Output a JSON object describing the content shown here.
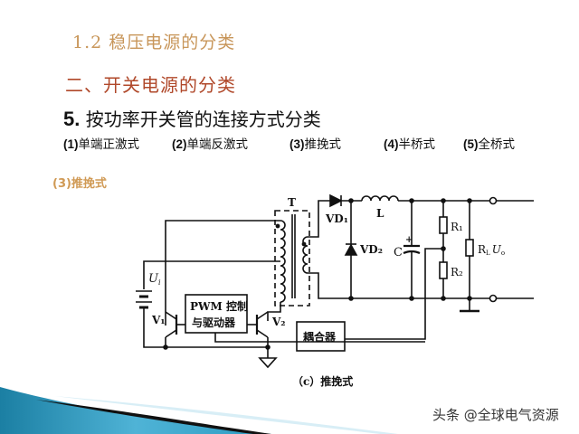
{
  "slide": {
    "section_title": "1.2 稳压电源的分类",
    "subsection_title": "二、开关电源的分类",
    "heading_number": "5.",
    "heading_text": "按功率开关管的连接方式分类",
    "types": [
      {
        "num": "(1)",
        "label": "单端正激式"
      },
      {
        "num": "(2)",
        "label": "单端反激式"
      },
      {
        "num": "(3)",
        "label": "推挽式"
      },
      {
        "num": "(4)",
        "label": "半桥式"
      },
      {
        "num": "(5)",
        "label": "全桥式"
      }
    ],
    "current_type": "(3)推挽式",
    "colors": {
      "section_title": "#c8965a",
      "subsection_title": "#b0482a",
      "accent_wave": "#2a93b8"
    }
  },
  "circuit": {
    "transformer_label": "T",
    "diode1": "VD₁",
    "diode2": "VD₂",
    "inductor": "L",
    "capacitor": "C",
    "capacitor_polarity": "+",
    "resistor1": "R₁",
    "resistor2": "R₂",
    "load": "R_L U_o",
    "load_r": "R",
    "load_r_sub": "L",
    "load_u": "U",
    "load_u_sub": "o",
    "input_u": "U",
    "input_u_sub": "i",
    "transistor1": "V₁",
    "transistor2": "V₂",
    "pwm_line1": "PWM 控制",
    "pwm_line2": "与驱动器",
    "coupler": "耦合器",
    "caption": "（c）推挽式"
  },
  "watermark": "头条 @全球电气资源"
}
